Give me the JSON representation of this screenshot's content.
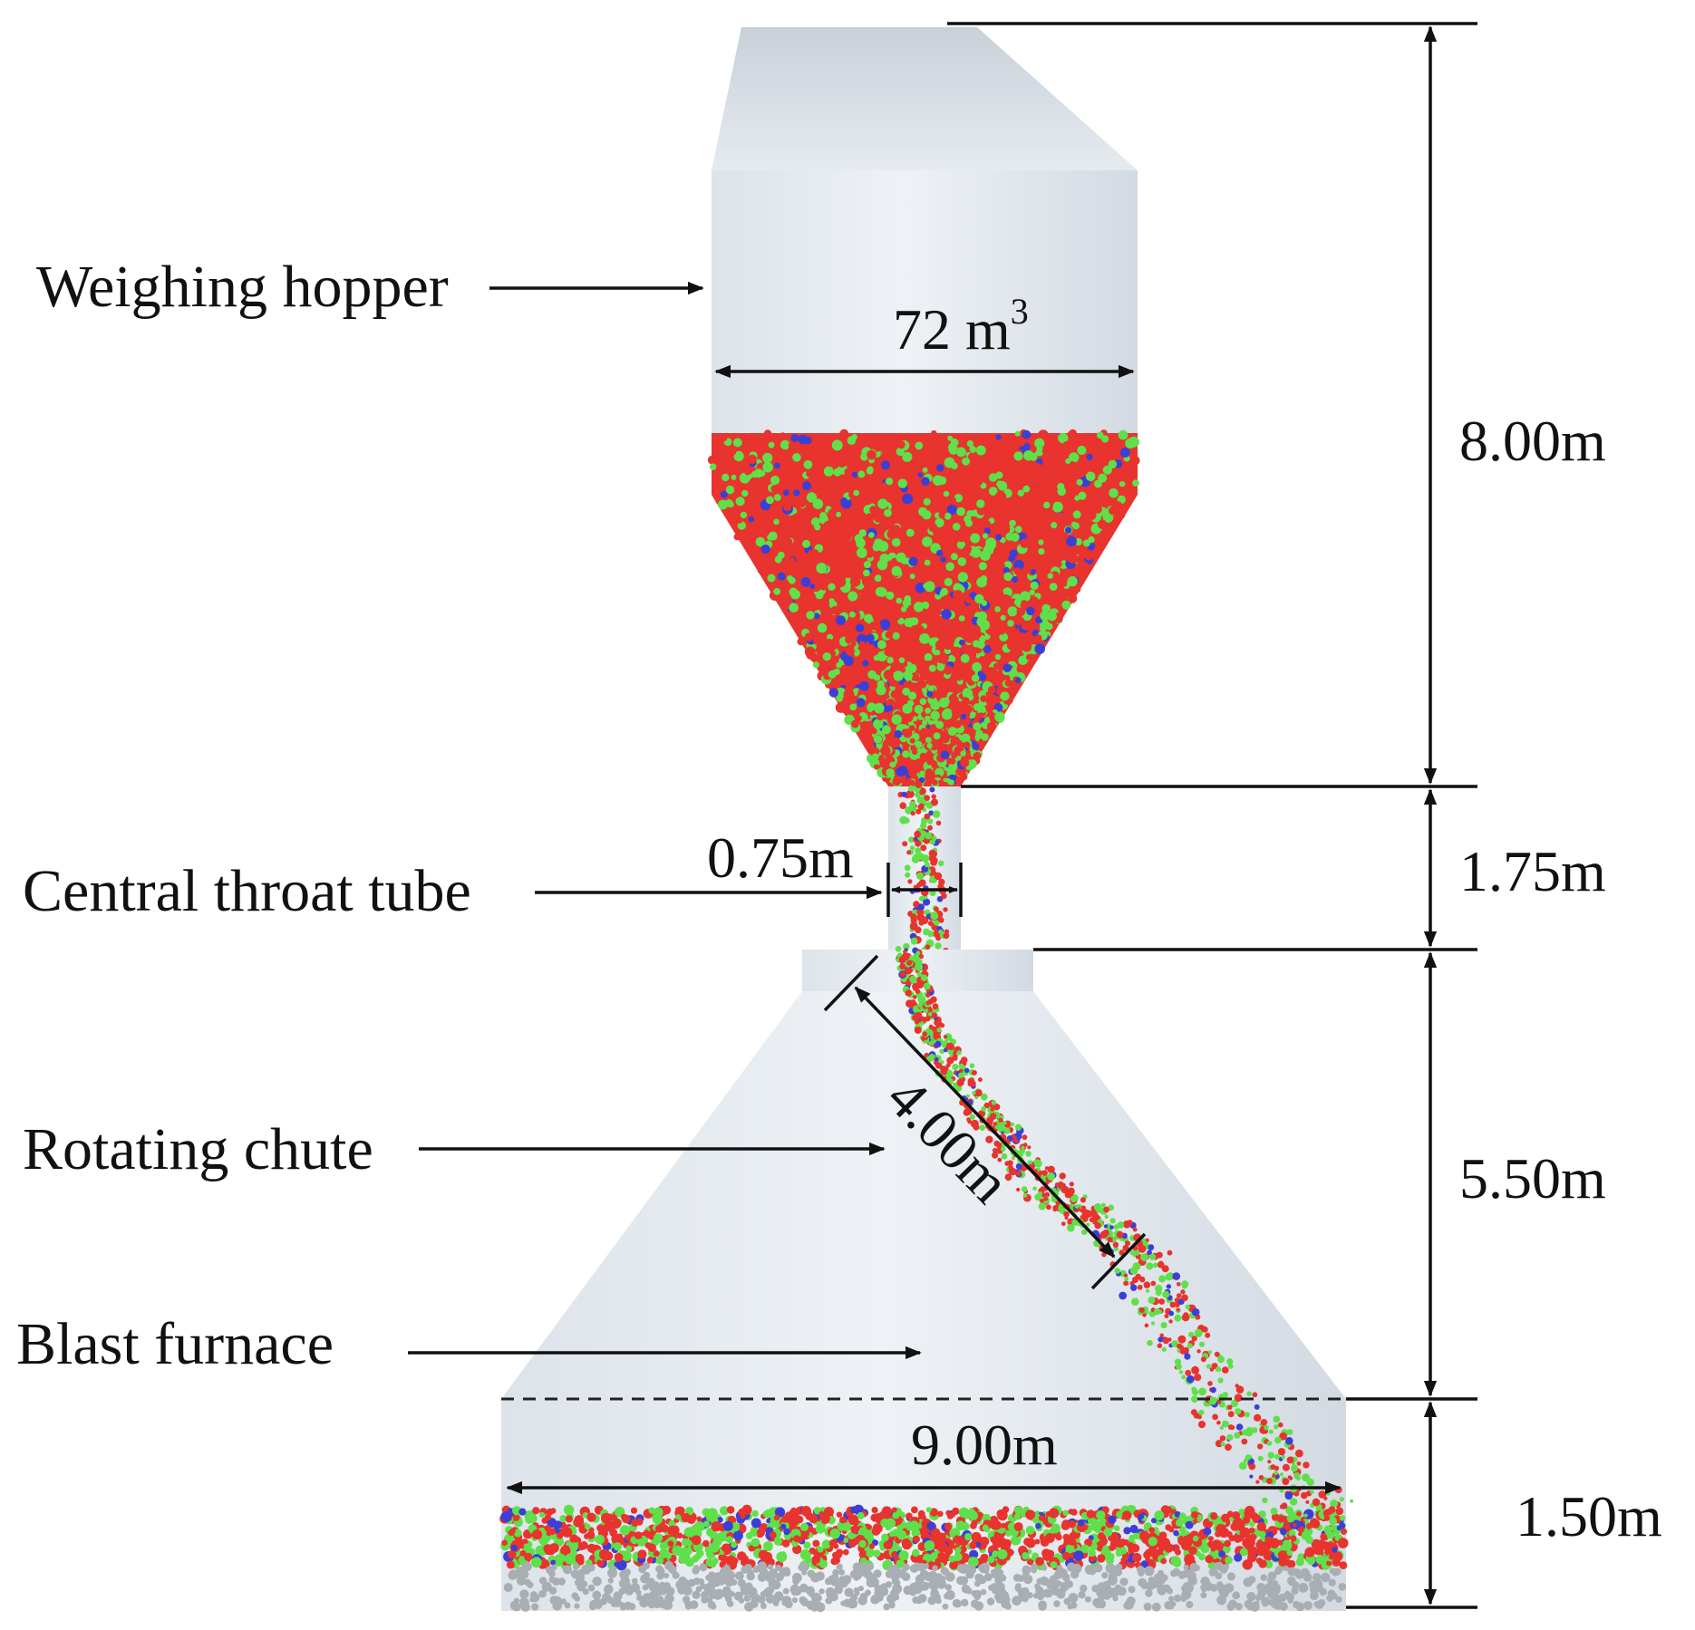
{
  "labels": {
    "weighing_hopper": "Weighing hopper",
    "central_throat_tube": "Central throat tube",
    "rotating_chute": "Rotating chute",
    "blast_furnace": "Blast furnace"
  },
  "dimensions": {
    "hopper_volume": "72 m",
    "hopper_volume_exp": "3",
    "hopper_height": "8.00m",
    "throat_height": "1.75m",
    "throat_diameter": "0.75m",
    "chute_length": "4.00m",
    "furnace_cone_height": "5.50m",
    "furnace_diameter": "9.00m",
    "furnace_base_height": "1.50m"
  },
  "colors": {
    "vessel": "#dfe5ec",
    "particle_red": "#e8332e",
    "particle_green": "#5fe04a",
    "particle_blue": "#3b3fd6",
    "coke_bed": "#a9aeb3"
  }
}
